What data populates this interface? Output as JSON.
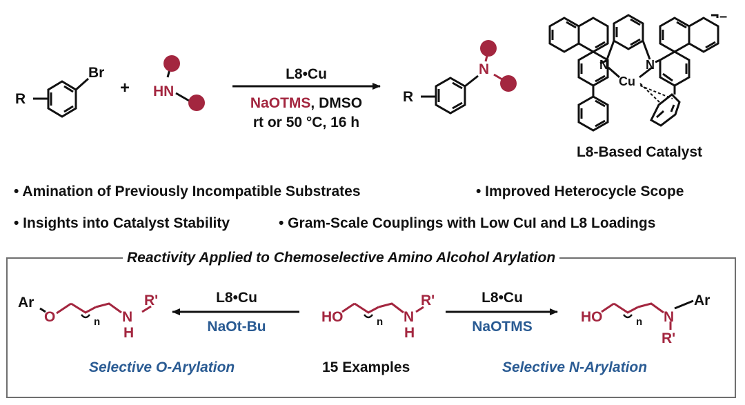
{
  "colors": {
    "red": "#a3263f",
    "blue": "#2a5b93",
    "black": "#111111"
  },
  "scheme": {
    "reactant_r": "R",
    "reactant_br": "Br",
    "plus": "+",
    "amine_hn": "HN",
    "reagent_top": "L8•Cu",
    "reagent_base": "NaOTMS",
    "reagent_solvent": ", DMSO",
    "reagent_cond": "rt or 50 °C, 16 h",
    "product_r": "R",
    "product_n": "N"
  },
  "catalyst": {
    "n_left": "N",
    "n_right": "N",
    "metal": "Cu",
    "charge": "–",
    "label": "L8-Based Catalyst"
  },
  "bullets": {
    "b1": "• Amination of Previously Incompatible Substrates",
    "b2": "• Improved Heterocycle Scope",
    "b3": "• Insights into Catalyst Stability",
    "b4": "• Gram-Scale Couplings with Low CuI and L8 Loadings"
  },
  "box": {
    "title": "Reactivity Applied to Chemoselective Amino Alcohol Arylation",
    "o_product": {
      "ar": "Ar",
      "o": "O",
      "n_sub": "n",
      "nh": "N",
      "h": "H",
      "rprime": "R'"
    },
    "o_reagent_top": "L8•Cu",
    "o_reagent_bottom": "NaOt-Bu",
    "sm": {
      "ho": "HO",
      "n_sub": "n",
      "nh": "N",
      "h": "H",
      "rprime": "R'"
    },
    "n_reagent_top": "L8•Cu",
    "n_reagent_bottom": "NaOTMS",
    "n_product": {
      "ho": "HO",
      "n_sub": "n",
      "n": "N",
      "ar": "Ar",
      "rprime": "R'"
    },
    "label_o": "Selective O-Arylation",
    "label_examples": "15 Examples",
    "label_n": "Selective N-Arylation"
  }
}
